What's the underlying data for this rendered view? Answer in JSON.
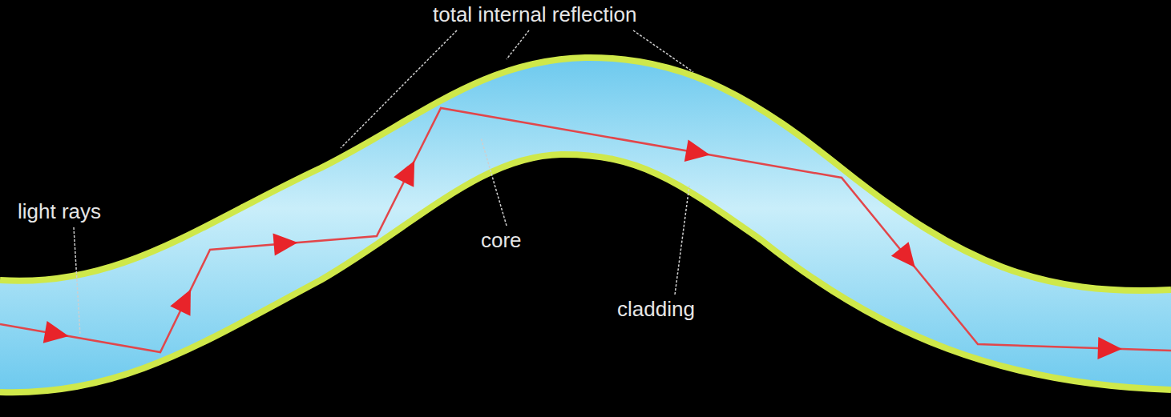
{
  "diagram": {
    "labels": [
      "total internal reflection",
      "light rays",
      "core",
      "cladding"
    ]
  }
}
